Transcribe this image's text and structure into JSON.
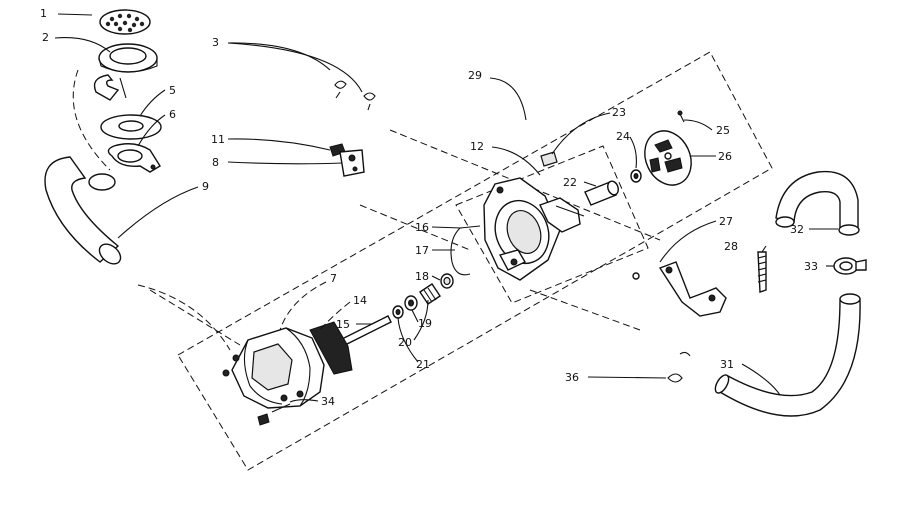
{
  "callouts": {
    "c1": "1",
    "c2": "2",
    "c3": "3",
    "c5": "5",
    "c6": "6",
    "c7": "7",
    "c8": "8",
    "c9": "9",
    "c11": "11",
    "c12": "12",
    "c14": "14",
    "c15": "15",
    "c16": "16",
    "c17": "17",
    "c18": "18",
    "c19": "19",
    "c20": "20",
    "c21": "21",
    "c22": "22",
    "c23": "23",
    "c24": "24",
    "c25": "25",
    "c26": "26",
    "c27": "27",
    "c28": "28",
    "c29": "29",
    "c31": "31",
    "c32": "32",
    "c33": "33",
    "c34": "34",
    "c36": "36"
  }
}
